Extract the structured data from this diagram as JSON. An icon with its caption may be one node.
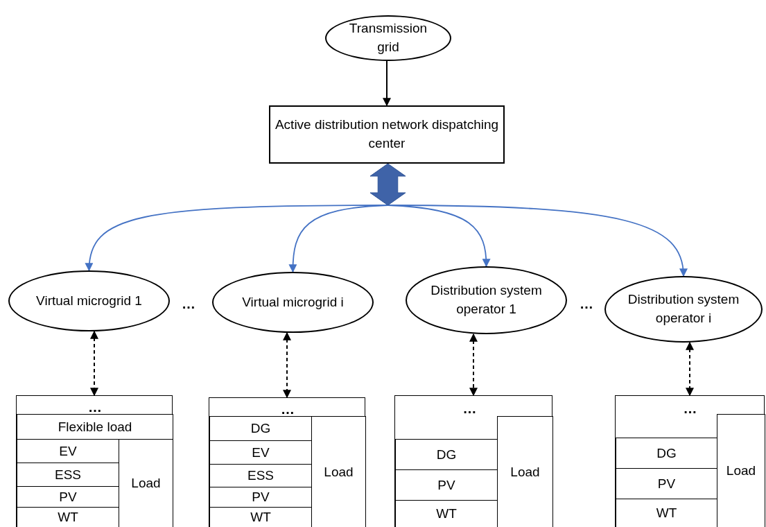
{
  "diagram": {
    "nodes": [
      {
        "text": [
          "Transmission grid"
        ]
      },
      {
        "text": [
          "Active distribution network dispatching center"
        ]
      },
      {
        "text": [],
        "shape": "arrow"
      },
      {
        "text": [
          "Virtual microgrid 1"
        ]
      },
      {
        "text": [
          "Virtual microgrid i"
        ]
      },
      {
        "text": [
          "Distribution system operator 1"
        ]
      },
      {
        "text": [
          "Distribution system operator i"
        ]
      },
      {
        "text": [
          "…"
        ]
      },
      {
        "text": [
          "Flexible load"
        ],
        "in": 7
      },
      {
        "text": [
          "EV"
        ],
        "in": 7
      },
      {
        "text": [
          "ESS"
        ],
        "in": 7
      },
      {
        "text": [
          "PV"
        ],
        "in": 7
      },
      {
        "text": [
          "WT"
        ],
        "in": 7
      },
      {
        "text": [
          "Load"
        ],
        "in": 7
      },
      {
        "text": [
          "…"
        ]
      },
      {
        "text": [
          "DG"
        ],
        "in": 14
      },
      {
        "text": [
          "EV"
        ],
        "in": 14
      },
      {
        "text": [
          "ESS"
        ],
        "in": 14
      },
      {
        "text": [
          "PV"
        ],
        "in": 14
      },
      {
        "text": [
          "WT"
        ],
        "in": 14
      },
      {
        "text": [
          "Load"
        ],
        "in": 14
      },
      {
        "text": [
          "…"
        ]
      },
      {
        "text": [
          "DG"
        ],
        "in": 21
      },
      {
        "text": [
          "PV"
        ],
        "in": 21
      },
      {
        "text": [
          "WT"
        ],
        "in": 21
      },
      {
        "text": [
          "Load"
        ],
        "in": 21
      },
      {
        "text": [
          "…"
        ]
      },
      {
        "text": [
          "DG"
        ],
        "in": 26
      },
      {
        "text": [
          "PV"
        ],
        "in": 26
      },
      {
        "text": [
          "WT"
        ],
        "in": 26
      },
      {
        "text": [
          "Load"
        ],
        "in": 26
      }
    ],
    "edges": [
      {
        "from": 0,
        "to": 1,
        "arrow": "to"
      },
      {
        "from": 2,
        "to": 3,
        "arrow": "to",
        "color": "#4472c4"
      },
      {
        "from": 2,
        "to": 4,
        "arrow": "to",
        "color": "#4472c4"
      },
      {
        "from": 2,
        "to": 5,
        "arrow": "to",
        "color": "#4472c4"
      },
      {
        "from": 2,
        "to": 6,
        "arrow": "to",
        "color": "#4472c4"
      },
      {
        "from": 3,
        "to": 7,
        "arrow": "both",
        "style": "dashed"
      },
      {
        "from": 4,
        "to": 14,
        "arrow": "both",
        "style": "dashed"
      },
      {
        "from": 5,
        "to": 21,
        "arrow": "both",
        "style": "dashed"
      },
      {
        "from": 6,
        "to": 26,
        "arrow": "both",
        "style": "dashed"
      }
    ],
    "labels": [
      "…",
      "…"
    ]
  }
}
